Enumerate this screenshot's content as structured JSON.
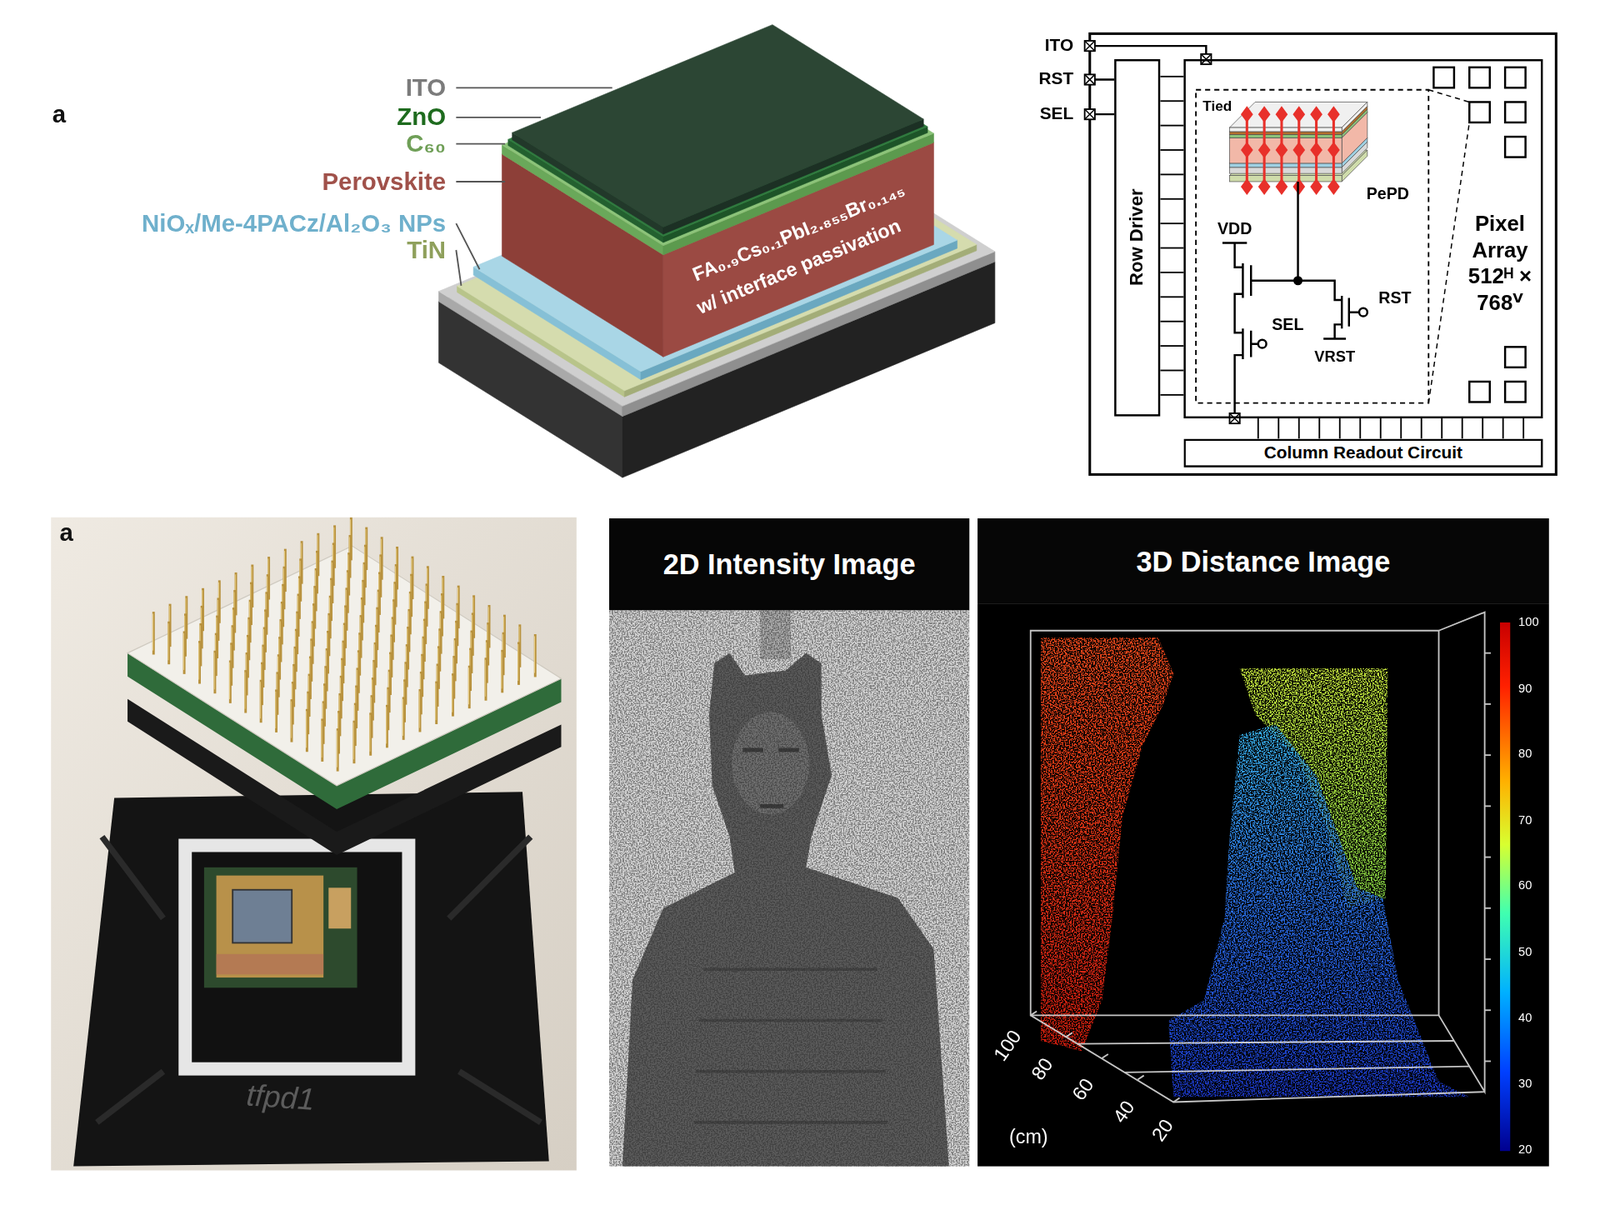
{
  "diagram": {
    "nodes": [
      {
        "text": [
          "Row Driver"
        ]
      },
      {
        "text": [
          "Pixel Array 512ᴴ × 768ⱽ"
        ]
      },
      {
        "text": [
          "Column Readout Circuit"
        ]
      },
      {
        "text": [
          "2D Intensity Image"
        ]
      },
      {
        "text": [
          "3D Distance Image"
        ]
      }
    ],
    "labels": [
      "a",
      "ITO",
      "ZnO",
      "C₆₀",
      "Perovskite",
      "NiOₓ/Me-4PACz/Al₂O₃ NPs",
      "TiN",
      "FA₀.₉Cs₀.₁PbI₂.₈₅₅Br₀.₁₄₅",
      "w/ interface passivation",
      "ITO",
      "RST",
      "SEL",
      "Tied",
      "PePD",
      "VDD",
      "SEL",
      "RST",
      "VRST",
      "a",
      "tfpd1",
      "100",
      "80",
      "60",
      "40",
      "20",
      "(cm)",
      "100",
      "90",
      "80",
      "70",
      "60",
      "50",
      "40",
      "30",
      "20"
    ]
  }
}
